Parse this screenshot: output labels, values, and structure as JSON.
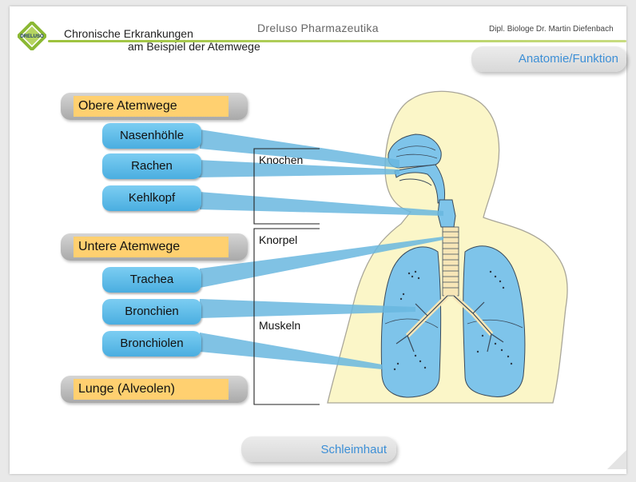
{
  "header": {
    "logo_text": "DRELUSO",
    "title_line1": "Chronische Erkrankungen",
    "title_line2": "am Beispiel der Atemwege",
    "brand": "Dreluso Pharmazeutika",
    "author": "Dipl. Biologe Dr. Martin Diefenbach"
  },
  "nav": {
    "anatomie_label": "Anatomie/Funktion",
    "schleimhaut_label": "Schleimhaut"
  },
  "sections": {
    "obere": "Obere Atemwege",
    "untere": "Untere Atemwege",
    "lunge": "Lunge (Alveolen)"
  },
  "structures": {
    "nasenhoehle": "Nasenhöhle",
    "rachen": "Rachen",
    "kehlkopf": "Kehlkopf",
    "trachea": "Trachea",
    "bronchien": "Bronchien",
    "bronchiolen": "Bronchiolen"
  },
  "tissue": {
    "knochen": "Knochen",
    "knorpel": "Knorpel",
    "muskeln": "Muskeln"
  },
  "colors": {
    "accent_green": "#9dc23d",
    "accent_blue": "#3d8fd6",
    "label_orange": "#ffd070",
    "airway_blue": "#7ec4ea",
    "body_cream": "#fbf6c8"
  }
}
